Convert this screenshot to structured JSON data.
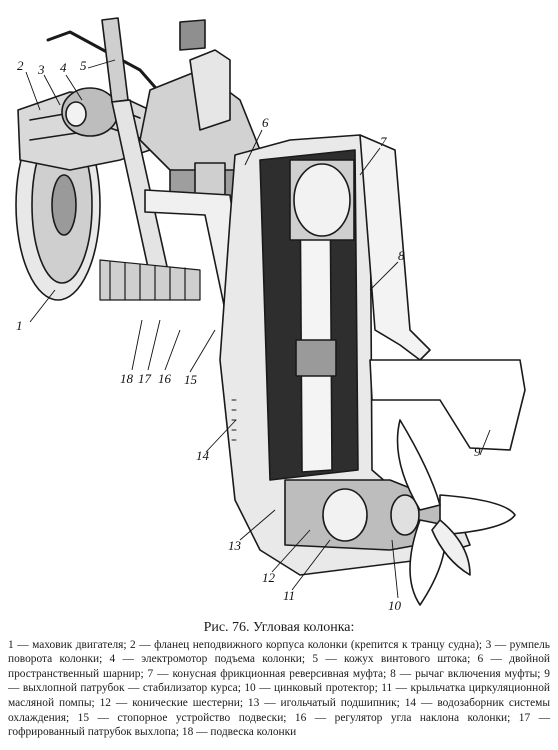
{
  "figure": {
    "callouts": [
      "1",
      "2",
      "3",
      "4",
      "5",
      "6",
      "7",
      "8",
      "9",
      "10",
      "11",
      "12",
      "13",
      "14",
      "15",
      "16",
      "17",
      "18"
    ]
  },
  "caption": {
    "title": "Рис. 76. Угловая колонка:",
    "body": "1 — маховик двигателя; 2 — фланец неподвижного корпуса колонки (крепится к транцу судна); 3 — румпель поворота колонки; 4 — электромотор подъема колонки; 5 — кожух винтового штока; 6 — двойной пространственный шарнир; 7 — конусная фрикционная реверсивная муфта; 8 — рычаг включения муфты; 9 — выхлопной патрубок — стабилизатор курса; 10 — цинковый протектор; 11 — крыльчатка циркуляционной масляной помпы; 12 — конические шестерни; 13 — игольчатый подшипник; 14 — водозаборник системы охлаждения; 15 — стопорное устройство подвески; 16 — регулятор угла наклона колонки; 17 — гофрированный патрубок выхлопа; 18 — подвеска колонки"
  }
}
